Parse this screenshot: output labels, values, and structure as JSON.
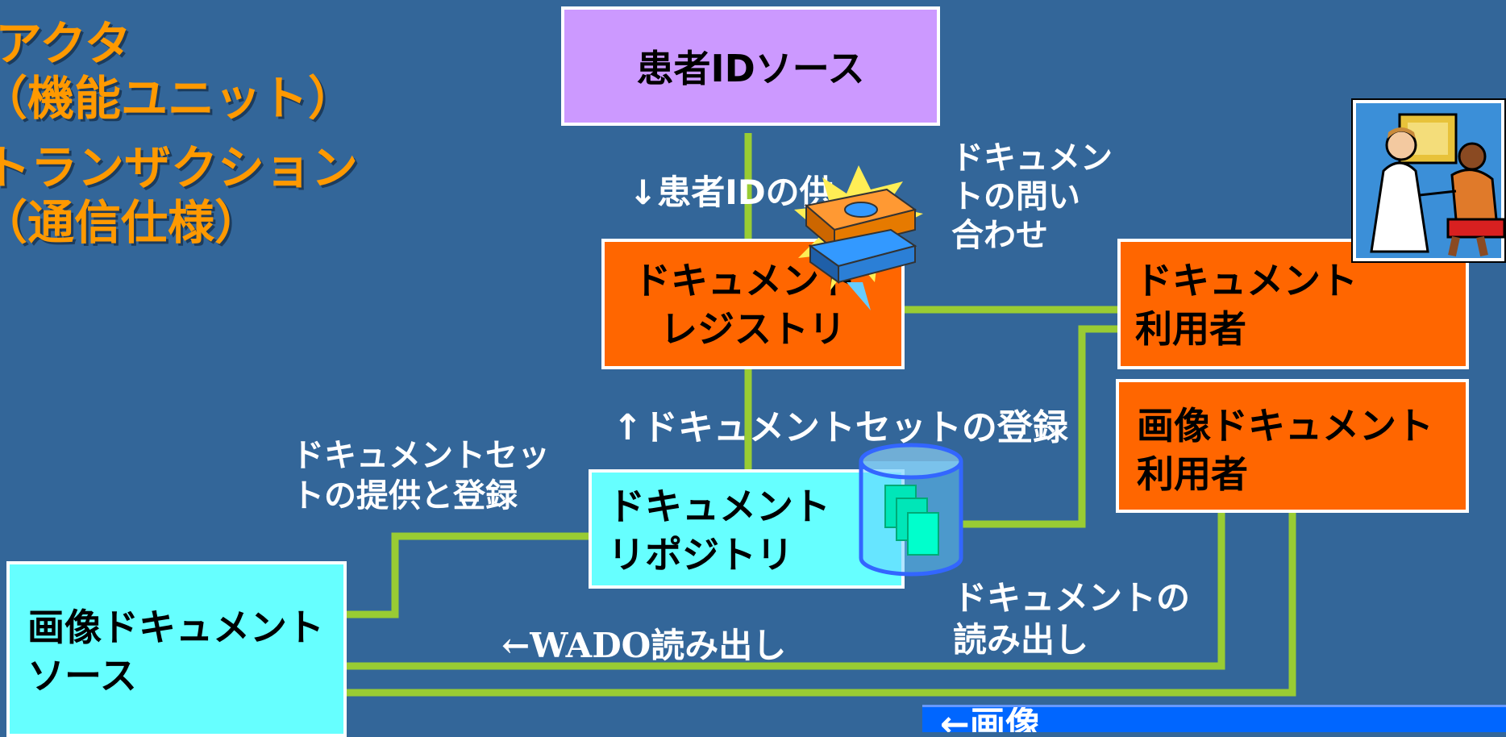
{
  "legend": {
    "actor_line1": "アクタ",
    "actor_line2": "（機能ユニット）",
    "transaction_line1": "トランザクション",
    "transaction_line2": "（通信仕様）"
  },
  "actors": {
    "patient_id_source": "患者IDソース",
    "document_registry_line1": "ドキュメント",
    "document_registry_line2": "レジストリ",
    "document_consumer_line1": "ドキュメント",
    "document_consumer_line2": "利用者",
    "imaging_document_consumer_line1": "画像ドキュメント",
    "imaging_document_consumer_line2": "利用者",
    "document_repository_line1": "ドキュメント",
    "document_repository_line2": "リポジトリ",
    "imaging_document_source_line1": "画像ドキュメント",
    "imaging_document_source_line2": "ソース"
  },
  "transactions": {
    "patient_id_feed": "↓患者IDの供",
    "registry_query_line1": "ドキュメン",
    "registry_query_line2": "トの問い",
    "registry_query_line3": "合わせ",
    "register_document_set": "↑ドキュメントセットの登録",
    "provide_register_line1": "ドキュメントセッ",
    "provide_register_line2": "トの提供と登録",
    "retrieve_document_line1": "ドキュメントの",
    "retrieve_document_line2": "読み出し",
    "wado_retrieve": "←WADO読み出し",
    "image_retrieve": "←画像"
  },
  "colors": {
    "background": "#336699",
    "legend_text": "#ff9900",
    "patient_id_source": "#cc99ff",
    "document_actor": "#ff6600",
    "repository": "#66ffff",
    "connector": "#99cc33",
    "callout": "#0066ff"
  },
  "icons": [
    "books-icon",
    "database-icon",
    "doctor-patient-image"
  ]
}
